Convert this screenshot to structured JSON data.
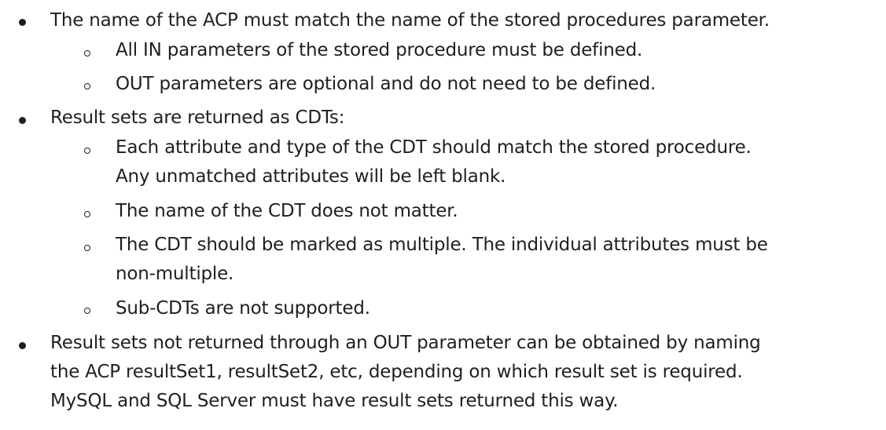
{
  "list": {
    "item1": {
      "text": "The name of the ACP must match the name of the stored procedures parameter.",
      "sub": [
        "All IN parameters of the stored procedure must be defined.",
        "OUT parameters are optional and do not need to be defined."
      ]
    },
    "item2": {
      "text": "Result sets are returned as CDTs:",
      "sub": [
        {
          "line1": "Each attribute and type of the CDT should match the stored procedure.",
          "line2": "Any unmatched attributes will be left blank."
        },
        {
          "line1": "The name of the CDT does not matter."
        },
        {
          "line1": "The CDT should be marked as multiple. The individual attributes must be",
          "line2": "non-multiple."
        },
        {
          "line1": "Sub-CDTs are not supported."
        }
      ]
    },
    "item3": {
      "line1": "Result sets not returned through an OUT parameter can be obtained by naming",
      "line2": "the ACP resultSet1, resultSet2, etc, depending on which result set is required.",
      "line3": "MySQL and SQL Server must have result sets returned this way."
    }
  }
}
